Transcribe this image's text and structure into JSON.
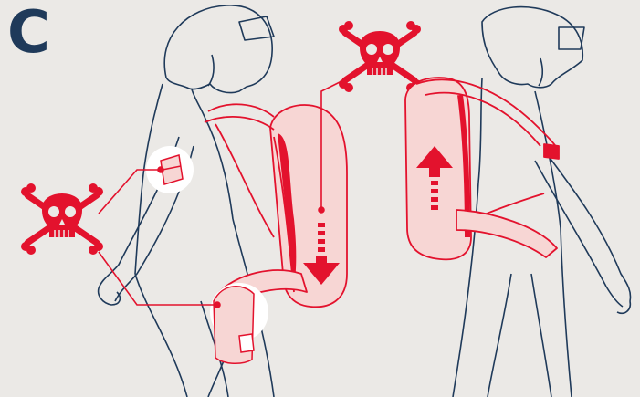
{
  "panel": {
    "letter": "C"
  },
  "figures": [
    {
      "name": "left-rider",
      "pack_strap": "loose",
      "airflow": "down"
    },
    {
      "name": "right-rider",
      "pack_strap": "loose",
      "airflow": "up"
    }
  ],
  "warnings": [
    {
      "icon": "skull-crossbones-icon",
      "position": "left"
    },
    {
      "icon": "skull-crossbones-icon",
      "position": "top-center"
    }
  ],
  "colors": {
    "background": "#ebe9e6",
    "outline": "#1f3a5a",
    "accent": "#e3122d",
    "pack_fill": "#f7d6d4",
    "highlight_bubble": "#ffffff"
  }
}
